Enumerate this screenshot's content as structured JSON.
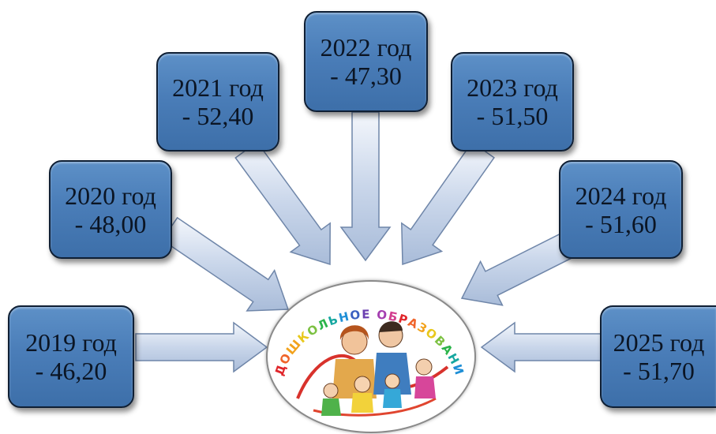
{
  "boxes": [
    {
      "year": "2019 год",
      "value": "- 46,20"
    },
    {
      "year": "2020 год",
      "value": "- 48,00"
    },
    {
      "year": "2021 год",
      "value": "- 52,40"
    },
    {
      "year": "2022 год",
      "value": "- 47,30"
    },
    {
      "year": "2023 год",
      "value": "- 51,50"
    },
    {
      "year": "2024 год",
      "value": "- 51,60"
    },
    {
      "year": "2025 год",
      "value": "- 51,70"
    }
  ],
  "logo": {
    "arc_text": "ДОШКОЛЬНОЕ ОБРАЗОВАНИЕ",
    "letter_colors": [
      "#e0262b",
      "#f0642a",
      "#f2a21c",
      "#e8c81c",
      "#7cc142",
      "#2bb44a",
      "#16a7a0",
      "#1f8fd6",
      "#3b5fc0",
      "#6b3fb0",
      "#a43fb0",
      "#d23f8f"
    ]
  },
  "colors": {
    "box_fill": "#4a7db8",
    "box_border": "#0f1f34",
    "arrow_fill": "#c9d6ea",
    "arrow_outline": "#6f86a9"
  }
}
